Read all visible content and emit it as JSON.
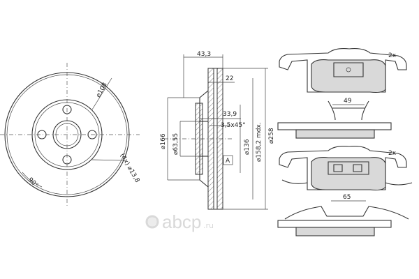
{
  "disc_front": {
    "label_pcd": "⌀108",
    "label_holes": "(4x) ⌀13,8",
    "label_angle": "90°"
  },
  "disc_section": {
    "label_total_width": "43,3",
    "label_thickness": "22",
    "label_hat_height": "33,9",
    "label_chamfer": "3,5x45°",
    "label_hub_dia": "⌀166",
    "label_center_bore": "⌀63,55",
    "label_inner_dia": "⌀136",
    "label_min_thickness": "⌀158,2 mdx.",
    "label_outer_dia": "⌀258",
    "label_section_marker": "A"
  },
  "pad_upper": {
    "label_qty": "2x",
    "label_width": "49"
  },
  "pad_lower": {
    "label_qty": "2x",
    "label_width": "65"
  },
  "watermark": {
    "text": "abcp",
    "suffix": ".ru"
  },
  "colors": {
    "line": "#333333",
    "pad_fill": "#d9d9d9",
    "watermark": "#d9d9d9"
  }
}
